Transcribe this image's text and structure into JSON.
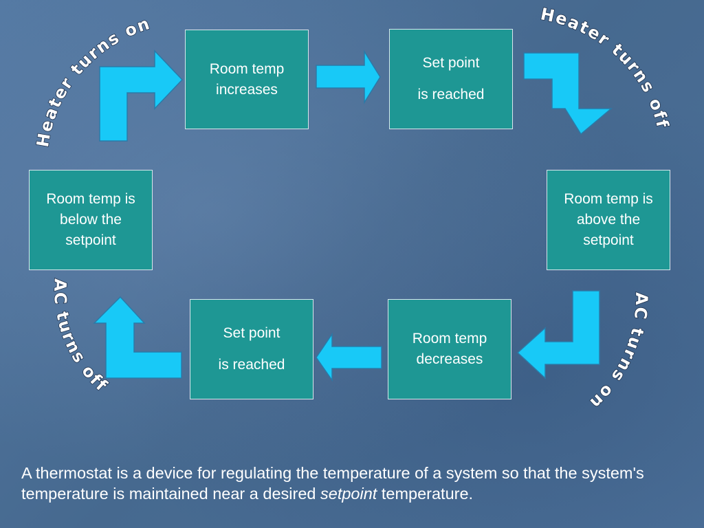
{
  "boxes": {
    "top_left": {
      "line1": "Room temp",
      "line2": "increases"
    },
    "top_right": {
      "line1": "Set point",
      "line2": "is reached"
    },
    "left": {
      "line1": "Room temp is",
      "line2": "below the",
      "line3": "setpoint"
    },
    "right": {
      "line1": "Room temp is",
      "line2": "above the",
      "line3": "setpoint"
    },
    "bottom_left": {
      "line1": "Set point",
      "line2": "is reached"
    },
    "bottom_right": {
      "line1": "Room temp",
      "line2": "decreases"
    }
  },
  "labels": {
    "heater_on": "Heater turns on",
    "heater_off": "Heater turns off",
    "ac_on": "AC turns on",
    "ac_off": "AC turns off"
  },
  "caption": {
    "part1": "A thermostat is a device for regulating the temperature of a system so that the system's temperature is maintained near a desired ",
    "emphasis": "setpoint",
    "part2": " temperature."
  },
  "colors": {
    "box_fill": "#1e9794",
    "arrow_fill": "#18c9f7",
    "background": "#4b6f99"
  }
}
